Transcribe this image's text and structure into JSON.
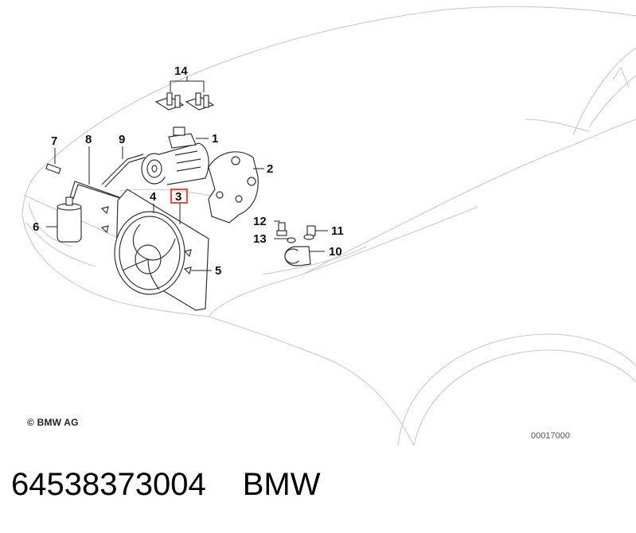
{
  "callouts": [
    "1",
    "2",
    "3",
    "4",
    "5",
    "6",
    "7",
    "8",
    "9",
    "10",
    "11",
    "12",
    "13",
    "14"
  ],
  "highlighted_callout": "3",
  "highlight_color": "#e02020",
  "copyright": "© BMW AG",
  "diagram_id": "00017000",
  "caption": {
    "part_number": "64538373004",
    "brand": "BMW"
  }
}
